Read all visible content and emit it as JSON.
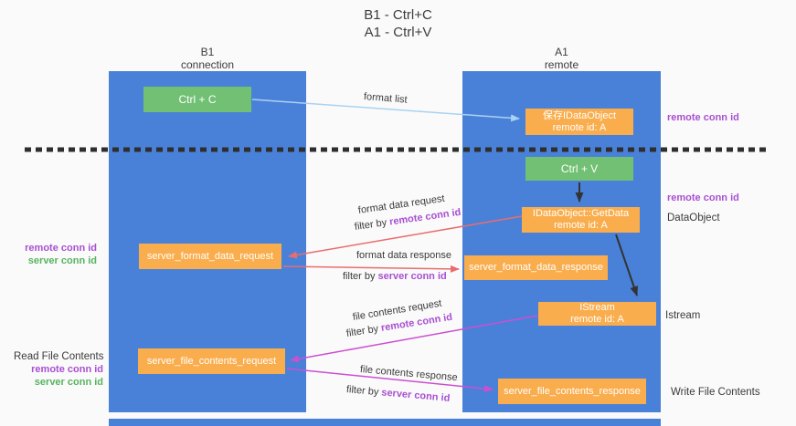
{
  "title": {
    "line1": "B1 - Ctrl+C",
    "line2": "A1 - Ctrl+V"
  },
  "lanes": {
    "left": {
      "name": "B1",
      "role": "connection"
    },
    "right": {
      "name": "A1",
      "role": "remote"
    }
  },
  "nodes": {
    "ctrl_c": {
      "label": "Ctrl + C"
    },
    "save_dataobject": {
      "line1": "保存IDataObject",
      "line2": "remote id: A"
    },
    "ctrl_v": {
      "label": "Ctrl + V"
    },
    "getdata": {
      "line1": "IDataObject::GetData",
      "line2": "remote id: A"
    },
    "format_request": {
      "label": "server_format_data_request"
    },
    "format_response": {
      "label": "server_format_data_response"
    },
    "istream": {
      "line1": "IStream",
      "line2": "remote id: A"
    },
    "file_request": {
      "label": "server_file_contents_request"
    },
    "file_response": {
      "label": "server_file_contents_response"
    }
  },
  "flows": {
    "format_list": {
      "title": "format list"
    },
    "format_request": {
      "title": "format data request",
      "filter": "filter by",
      "key": "remote conn id"
    },
    "format_response": {
      "title": "format data response",
      "filter": "filter by",
      "key": "server conn id"
    },
    "file_request": {
      "title": "file contents request",
      "filter": "filter by",
      "key": "remote conn id"
    },
    "file_response": {
      "title": "file contents response",
      "filter": "filter by",
      "key": "server conn id"
    }
  },
  "annotations": {
    "left_top": {
      "remote": "remote conn id",
      "server": "server conn id"
    },
    "left_bottom": {
      "title": "Read File Contents",
      "remote": "remote conn id",
      "server": "server conn id"
    },
    "right": {
      "remote_top": "remote conn id",
      "remote_mid": "remote conn id",
      "dataobject": "DataObject",
      "istream": "Istream",
      "write": "Write File Contents"
    }
  },
  "colors": {
    "lane_blue": "#4a81d8",
    "node_orange": "#f9ad4d",
    "key_green": "#72c074",
    "arrow_lightblue": "#a9d2f2",
    "arrow_red": "#e96d6d",
    "arrow_magenta": "#cb4fd1",
    "arrow_black": "#333333",
    "text_purple": "#a94fd1",
    "text_green": "#57b45f"
  }
}
